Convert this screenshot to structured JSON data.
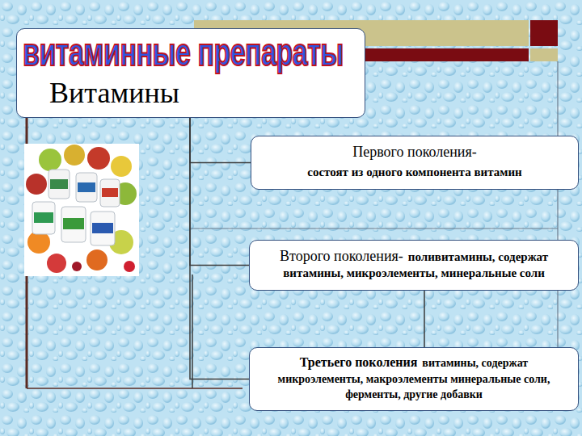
{
  "diagram": {
    "title": "витаминные препараты",
    "nodes": [
      {
        "text": [
          "Витамины"
        ]
      },
      {
        "text": [
          "Первого поколения-",
          "состоят из одного компонента витамин"
        ]
      },
      {
        "text": [
          "Второго поколения-",
          "поливитамины, содержат витамины, микроэлементы, минеральные соли"
        ]
      },
      {
        "text": [
          "Третьего поколения",
          "витамины, содержат микроэлементы, макроэлементы минеральные соли, ферменты, другие добавки"
        ]
      }
    ],
    "edges": [
      {
        "from": 0,
        "to": 1,
        "arrow": "none"
      },
      {
        "from": 0,
        "to": 2,
        "arrow": "none"
      },
      {
        "from": 0,
        "to": 3,
        "arrow": "none"
      },
      {
        "from": 2,
        "to": 3,
        "arrow": "none"
      }
    ]
  }
}
